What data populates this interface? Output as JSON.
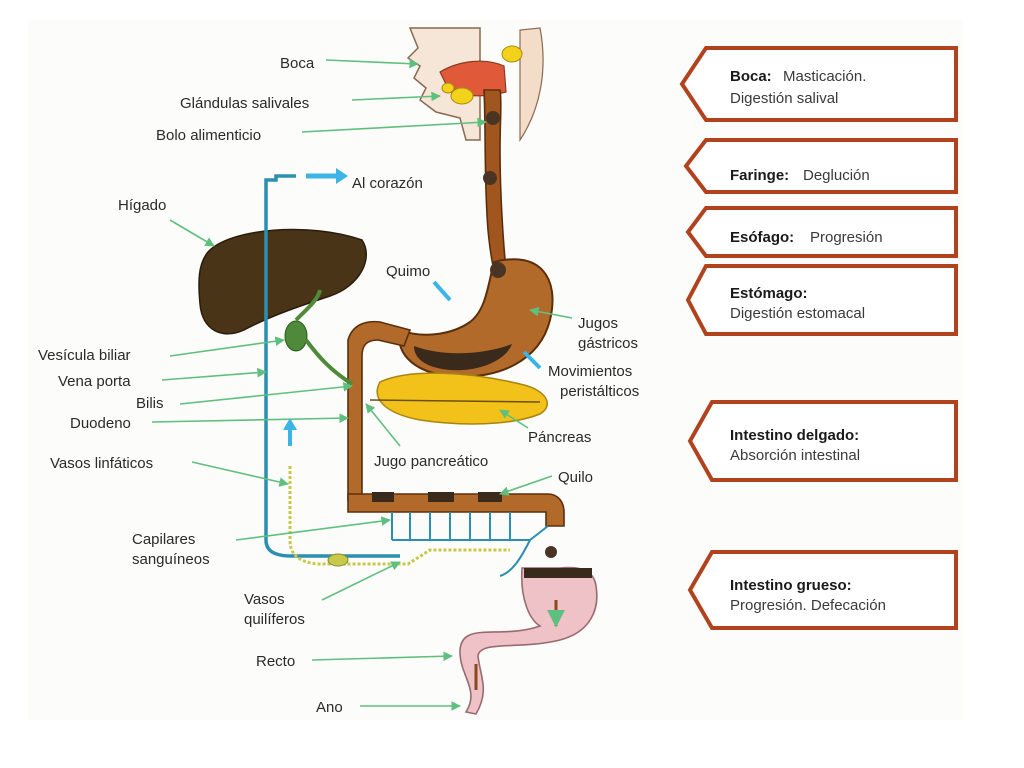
{
  "labels": {
    "boca": "Boca",
    "glandulas": "Glándulas salivales",
    "bolo": "Bolo alimenticio",
    "corazon": "Al corazón",
    "higado": "Hígado",
    "quimo": "Quimo",
    "jugos_1": "Jugos",
    "jugos_2": "gástricos",
    "movimientos_1": "Movimientos",
    "movimientos_2": "peristálticos",
    "vesicula": "Vesícula biliar",
    "vena": "Vena porta",
    "bilis": "Bilis",
    "duodeno": "Duodeno",
    "pancreas": "Páncreas",
    "jugo_pancreatico": "Jugo pancreático",
    "linfaticos": "Vasos linfáticos",
    "quilo": "Quilo",
    "capilares_1": "Capilares",
    "capilares_2": "sanguíneos",
    "quiliferos_1": "Vasos",
    "quiliferos_2": "quilíferos",
    "recto": "Recto",
    "ano": "Ano"
  },
  "tags": [
    {
      "title": "Boca:",
      "text1": "Masticación.",
      "text2": "Digestión salival"
    },
    {
      "title": "Faringe:",
      "text1": "Deglución",
      "text2": ""
    },
    {
      "title": "Esófago:",
      "text1": "Progresión",
      "text2": ""
    },
    {
      "title": "Estómago:",
      "text1": "",
      "text2": "Digestión estomacal"
    },
    {
      "title": "Intestino delgado:",
      "text1": "",
      "text2": "Absorción intestinal"
    },
    {
      "title": "Intestino grueso:",
      "text1": "",
      "text2": "Progresión. Defecación"
    }
  ],
  "colors": {
    "tag_border": "#b0431e",
    "leader_line": "#5fbf7f",
    "organ_brown": "#8a4a1c",
    "liver": "#4a3418",
    "vessel_blue": "#2a8fb0",
    "pancreas": "#f2c21a",
    "colon": "#efc2c7",
    "arrow_blue": "#3cb4e6"
  }
}
